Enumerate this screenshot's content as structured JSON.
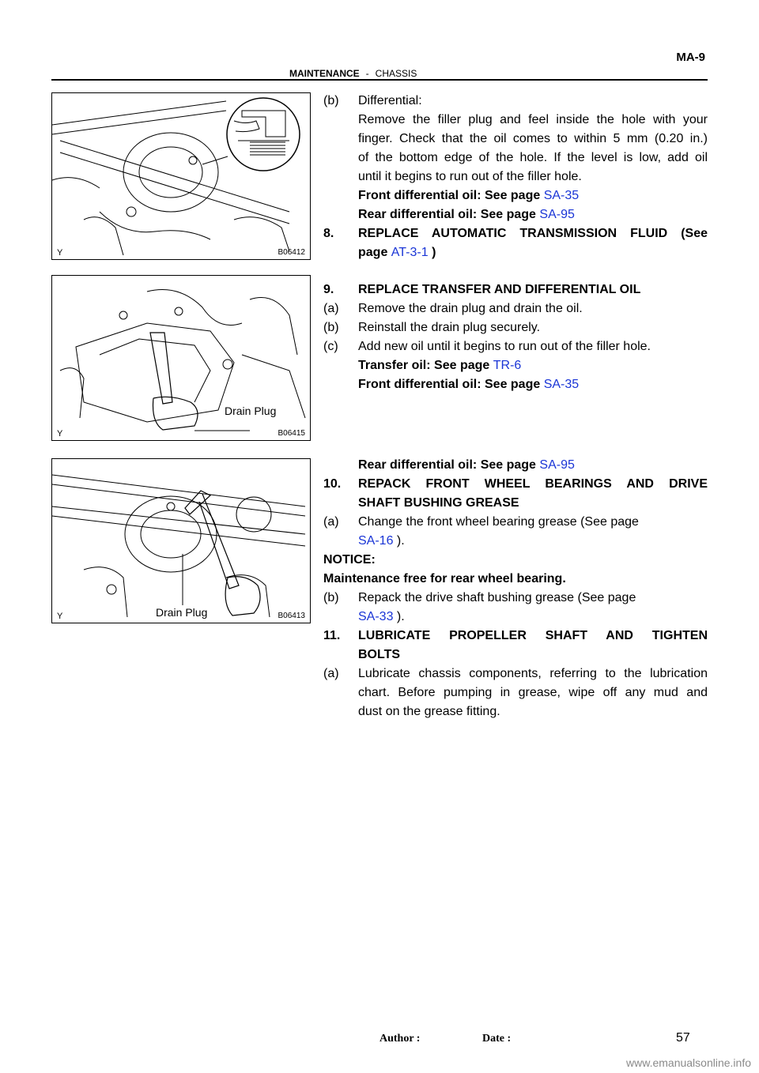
{
  "header": {
    "page_code": "MA-9",
    "section": "MAINTENANCE",
    "separator": "-",
    "subsection": "CHASSIS"
  },
  "figures": [
    {
      "y_mark": "Y",
      "figure_no": "B06412",
      "label": ""
    },
    {
      "y_mark": "Y",
      "figure_no": "B06415",
      "label": "Drain Plug"
    },
    {
      "y_mark": "Y",
      "figure_no": "B06413",
      "label": "Drain Plug"
    }
  ],
  "text": {
    "b_diff": "(b)",
    "b_diff_title": "Differential:",
    "diff_p1": "Remove the filler plug and feel inside the hole with your",
    "diff_p2": "finger. Check that the oil comes to within 5 mm (0.20 in.)",
    "diff_p3": "of the bottom edge of the hole. If the level is low, add oil",
    "diff_p4": "until it begins to run out of the filler hole.",
    "front_diff_label": "Front differential oil: See page ",
    "front_diff_ref": "SA-35",
    "rear_diff_label": "Rear differential oil: See page ",
    "rear_diff_ref": "SA-95",
    "s8_num": "8.",
    "s8_l1": "REPLACE AUTOMATIC TRANSMISSION FLUID (See",
    "s8_l2a": "page ",
    "s8_ref": "AT-3-1",
    "s8_l2b": " )",
    "s9_num": "9.",
    "s9_title": "REPLACE TRANSFER AND DIFFERENTIAL OIL",
    "s9a_lbl": "(a)",
    "s9a": "Remove the drain plug and drain the oil.",
    "s9b_lbl": "(b)",
    "s9b": "Reinstall the drain plug securely.",
    "s9c_lbl": "(c)",
    "s9c": "Add new oil until it begins to run out of the filler hole.",
    "transfer_label": "Transfer oil: See page ",
    "transfer_ref": "TR-6",
    "front_diff2_label": "Front differential oil: See page ",
    "front_diff2_ref": "SA-35",
    "rear_diff2_label": "Rear differential oil: See page ",
    "rear_diff2_ref": "SA-95",
    "s10_num": "10.",
    "s10_l1": "REPACK FRONT WHEEL BEARINGS AND DRIVE",
    "s10_l2": "SHAFT BUSHING GREASE",
    "s10a_lbl": "(a)",
    "s10a_l1": "Change the front wheel bearing grease (See page",
    "s10a_ref": "SA-16",
    "s10a_end": " ).",
    "notice_title": "NOTICE:",
    "notice_text": "Maintenance free for rear wheel bearing.",
    "s10b_lbl": "(b)",
    "s10b_l1": "Repack the drive shaft bushing grease (See page",
    "s10b_ref": "SA-33",
    "s10b_end": " ).",
    "s11_num": "11.",
    "s11_l1": "LUBRICATE PROPELLER SHAFT AND TIGHTEN",
    "s11_l2": "BOLTS",
    "s11a_lbl": "(a)",
    "s11a_l1": "Lubricate chassis components, referring to the lubrication",
    "s11a_l2": "chart. Before pumping in grease, wipe off any mud and",
    "s11a_l3": "dust on the grease fitting."
  },
  "footer": {
    "author_label": "Author :",
    "date_label": "Date :",
    "page_number": "57",
    "watermark": "www.emanualsonline.info"
  }
}
